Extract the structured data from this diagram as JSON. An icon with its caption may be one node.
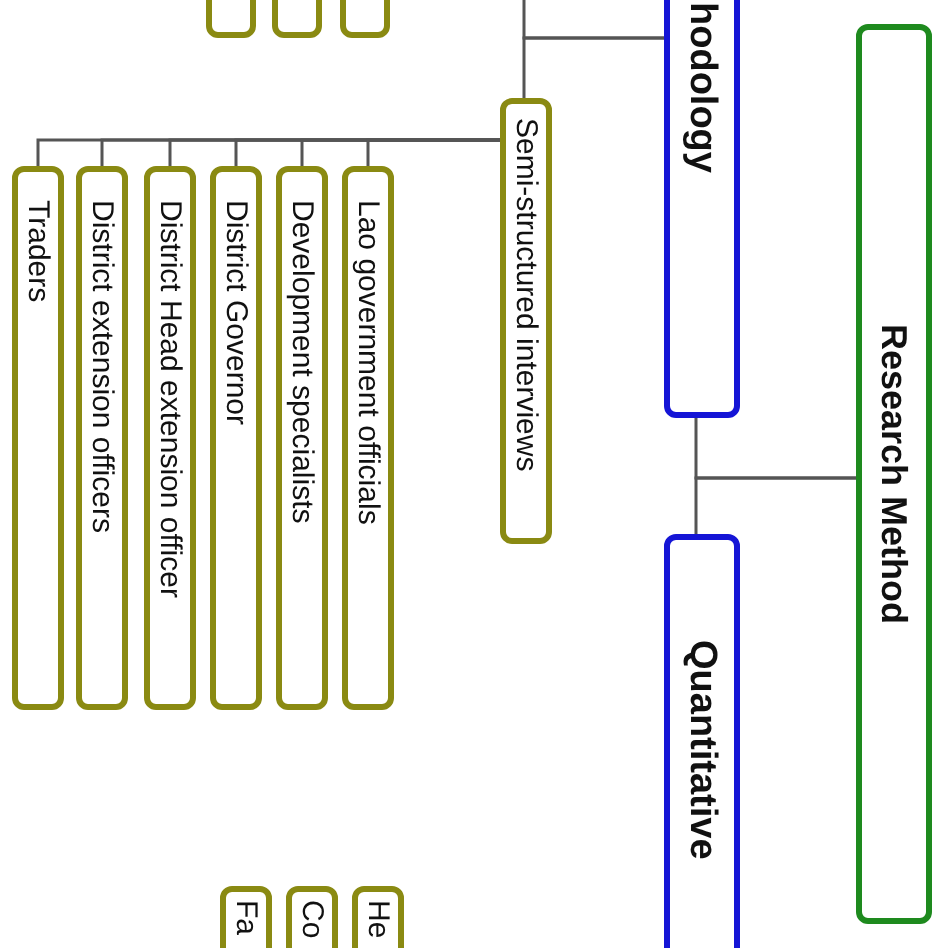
{
  "diagram": {
    "nodes": [
      {
        "text": [
          "Research Method"
        ]
      },
      {
        "text": [
          "hodology"
        ]
      },
      {
        "text": [
          "Quantitative"
        ]
      },
      {
        "text": [],
        "shape": "box"
      },
      {
        "text": [],
        "shape": "box"
      },
      {
        "text": [],
        "shape": "box"
      },
      {
        "text": [
          "Semi-structured interviews"
        ]
      },
      {
        "text": [
          "Traders"
        ]
      },
      {
        "text": [
          "District extension officers"
        ]
      },
      {
        "text": [
          "District Head extension officer"
        ]
      },
      {
        "text": [
          "District Governor"
        ]
      },
      {
        "text": [
          "Development specialists"
        ]
      },
      {
        "text": [
          "Lao government officials"
        ]
      },
      {
        "text": [
          "Fa"
        ]
      },
      {
        "text": [
          "Co"
        ]
      },
      {
        "text": [
          "He"
        ]
      }
    ],
    "edges": [
      {
        "from": 0,
        "to": 1,
        "arrow": "none"
      },
      {
        "from": 0,
        "to": 2,
        "arrow": "none"
      },
      {
        "from": 1,
        "to": 6,
        "arrow": "none"
      },
      {
        "from": 1,
        "to": null,
        "arrow": "none"
      },
      {
        "from": 6,
        "to": 7,
        "arrow": "none"
      },
      {
        "from": 6,
        "to": 8,
        "arrow": "none"
      },
      {
        "from": 6,
        "to": 9,
        "arrow": "none"
      },
      {
        "from": 6,
        "to": 10,
        "arrow": "none"
      },
      {
        "from": 6,
        "to": 11,
        "arrow": "none"
      },
      {
        "from": 6,
        "to": 12,
        "arrow": "none"
      }
    ]
  }
}
